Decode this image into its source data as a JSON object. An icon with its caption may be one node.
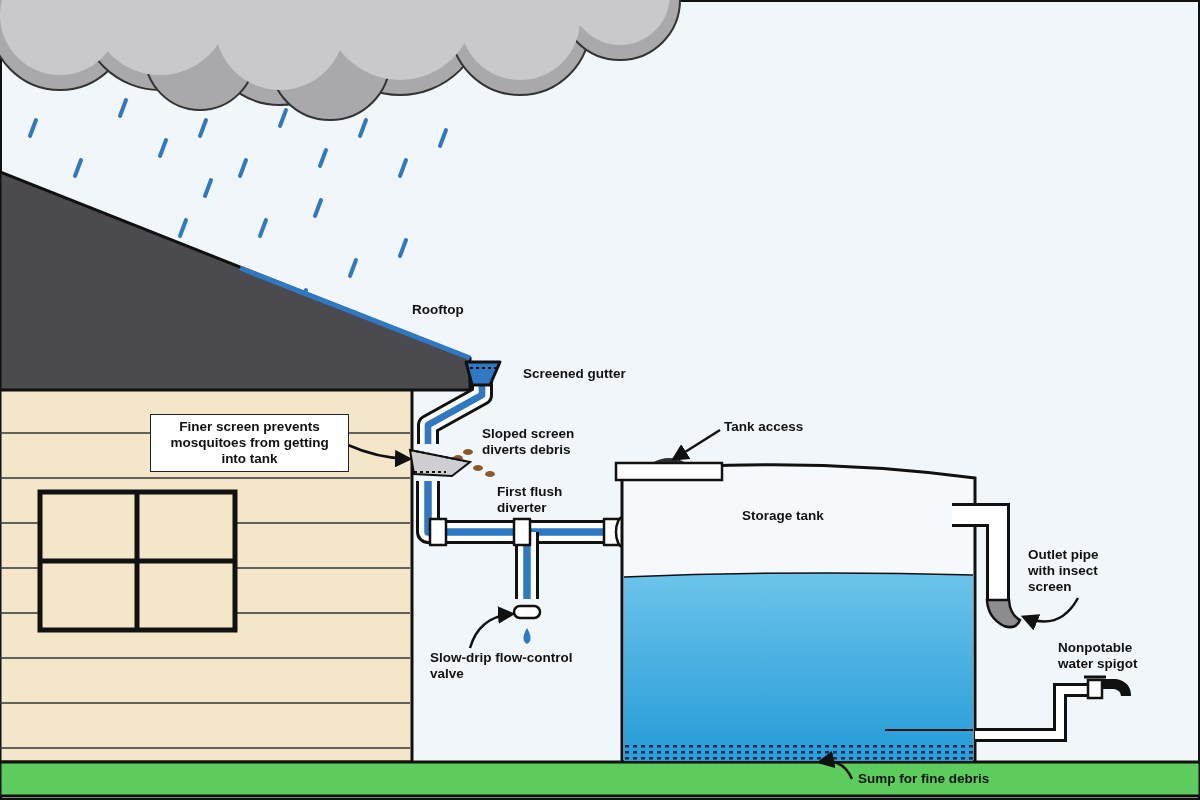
{
  "diagram": {
    "nodes": [
      {
        "text": [
          "Finer screen prevents mosquitoes from getting into tank"
        ]
      },
      {
        "text": [],
        "shape": "picture"
      },
      {
        "text": [
          "Tank access"
        ]
      },
      {
        "text": [],
        "shape": "box"
      },
      {
        "text": [
          "Slow-drip flow-control valve"
        ]
      },
      {
        "text": [],
        "shape": "box"
      },
      {
        "text": [
          "Outlet pipe with insect screen"
        ]
      },
      {
        "text": [],
        "shape": "picture"
      },
      {
        "text": [
          "Sump for fine debris"
        ]
      },
      {
        "text": [],
        "shape": "box"
      }
    ],
    "edges": [
      {
        "from": 0,
        "to": 1,
        "arrow": "to"
      },
      {
        "from": 2,
        "to": 3,
        "arrow": "to"
      },
      {
        "from": 4,
        "to": 5,
        "arrow": "to"
      },
      {
        "from": 6,
        "to": 7,
        "arrow": "to"
      },
      {
        "from": 8,
        "to": 9,
        "arrow": "to"
      }
    ],
    "labels": [
      "Rooftop",
      "Screened gutter",
      "Sloped screen diverts debris",
      "First flush diverter",
      "Storage tank",
      "Nonpotable water spigot"
    ]
  }
}
